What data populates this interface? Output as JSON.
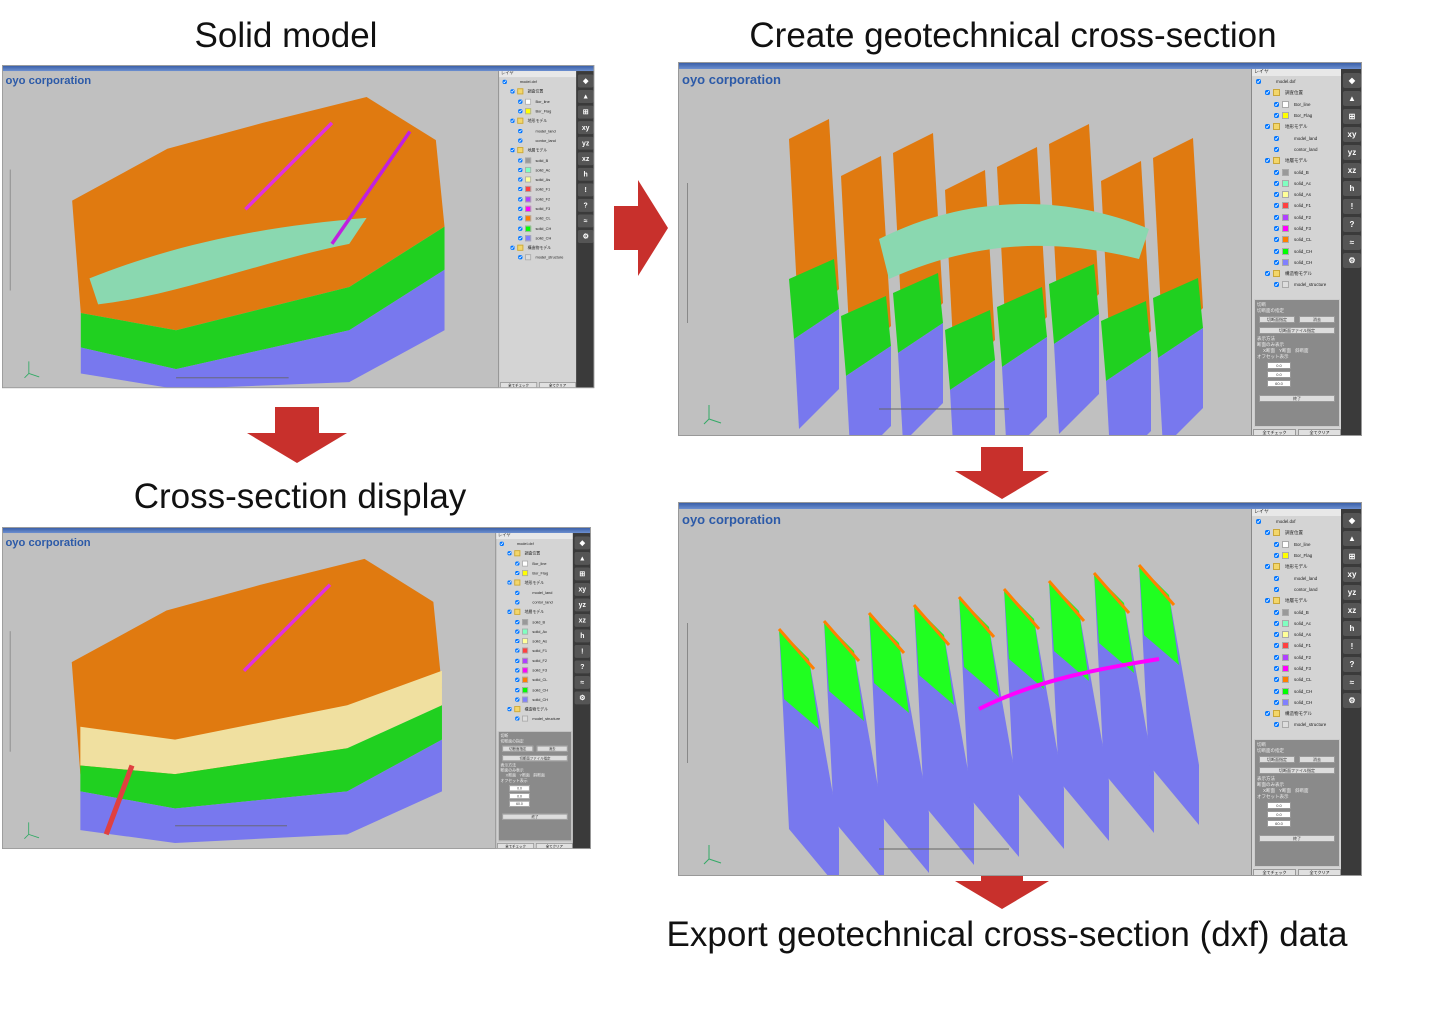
{
  "captions": {
    "solid": "Solid model",
    "display": "Cross-section display",
    "create": "Create geotechnical cross-section",
    "export": "Export geotechnical cross-section (dxf) data"
  },
  "app": {
    "brand": "oyo corporation",
    "layer_title": "レイヤ",
    "cut_title": "切断",
    "tree": [
      {
        "label": "model.dxf",
        "color": null,
        "indent": 0
      },
      {
        "label": "調査位置",
        "color": "folder",
        "indent": 1
      },
      {
        "label": "Bor_line",
        "color": "#ffffff",
        "indent": 2
      },
      {
        "label": "Bor_Flag",
        "color": "#ffff00",
        "indent": 2
      },
      {
        "label": "地形モデル",
        "color": "folder",
        "indent": 1
      },
      {
        "label": "model_land",
        "color": null,
        "indent": 2
      },
      {
        "label": "contor_land",
        "color": null,
        "indent": 2
      },
      {
        "label": "地層モデル",
        "color": "folder",
        "indent": 1
      },
      {
        "label": "solid_B",
        "color": "#999999",
        "indent": 2
      },
      {
        "label": "solid_Ac",
        "color": "#80ffc0",
        "indent": 2
      },
      {
        "label": "solid_As",
        "color": "#ffff99",
        "indent": 2
      },
      {
        "label": "solid_F1",
        "color": "#ff4040",
        "indent": 2
      },
      {
        "label": "solid_F2",
        "color": "#b040ff",
        "indent": 2
      },
      {
        "label": "solid_F3",
        "color": "#ff00ff",
        "indent": 2
      },
      {
        "label": "solid_CL",
        "color": "#ff8000",
        "indent": 2
      },
      {
        "label": "solid_CH",
        "color": "#00ff00",
        "indent": 2
      },
      {
        "label": "solid_CH",
        "color": "#8080ff",
        "indent": 2
      },
      {
        "label": "構造物モデル",
        "color": "folder",
        "indent": 1
      },
      {
        "label": "model_structure",
        "color": "#dddddd",
        "indent": 2
      }
    ],
    "cut": {
      "spec": "切断面の指定",
      "spec_btn": "切断面指定",
      "clear_btn": "消去",
      "file_btn": "切断面ファイル指定",
      "display": "表示方法",
      "section_only": "断面のみ表示",
      "x": "X断面",
      "y": "Y断面",
      "oblique": "斜断面",
      "offset": "オフセット表示",
      "v1": "0.0",
      "v2": "0.0",
      "v3": "60.0",
      "end": "終了"
    },
    "check_all": "全てチェック",
    "clear_all": "全てクリア",
    "tools": [
      "xy",
      "yz",
      "xz",
      "h"
    ]
  }
}
